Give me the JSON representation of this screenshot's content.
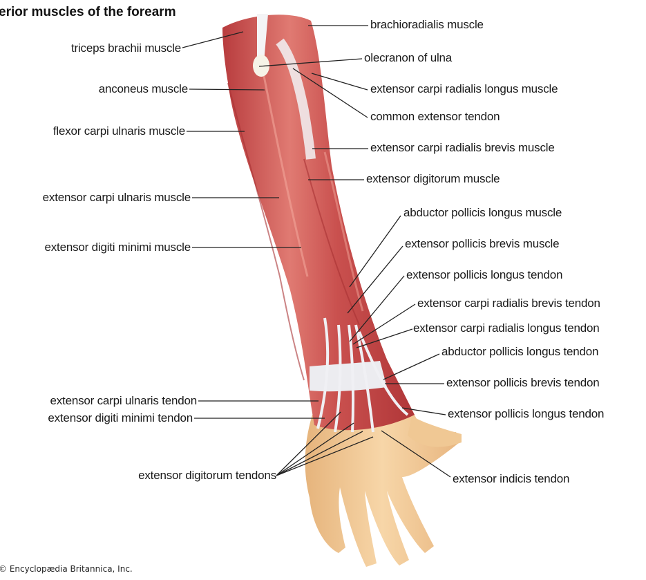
{
  "title": "erior muscles of the forearm",
  "copyright": "© Encyclopædia Britannica, Inc.",
  "labels": {
    "triceps": "triceps brachii muscle",
    "anconeus": "anconeus muscle",
    "fcu": "flexor carpi ulnaris muscle",
    "ecu_muscle": "extensor carpi ulnaris muscle",
    "edm_muscle": "extensor digiti minimi muscle",
    "ecu_tendon": "extensor carpi ulnaris tendon",
    "edm_tendon": "extensor digiti minimi tendon",
    "ed_tendons": "extensor digitorum tendons",
    "brachioradialis": "brachioradialis muscle",
    "olecranon": "olecranon of ulna",
    "ecrl_muscle": "extensor carpi radialis longus muscle",
    "common_tendon": "common extensor tendon",
    "ecrb_muscle": "extensor carpi radialis brevis muscle",
    "ed_muscle": "extensor digitorum muscle",
    "apl_muscle": "abductor pollicis longus muscle",
    "epb_muscle": "extensor pollicis brevis muscle",
    "epl_tendon": "extensor pollicis longus tendon",
    "ecrb_tendon": "extensor carpi radialis brevis tendon",
    "ecrl_tendon": "extensor carpi radialis longus tendon",
    "apl_tendon": "abductor pollicis longus tendon",
    "epb_tendon": "extensor pollicis brevis tendon",
    "epl_tendon2": "extensor pollicis longus tendon",
    "ei_tendon": "extensor indicis tendon"
  },
  "colors": {
    "muscle": "#c8484a",
    "muscle_light": "#e07a72",
    "tendon": "#eeeef2",
    "skin": "#f2c898",
    "leader": "#222222"
  }
}
